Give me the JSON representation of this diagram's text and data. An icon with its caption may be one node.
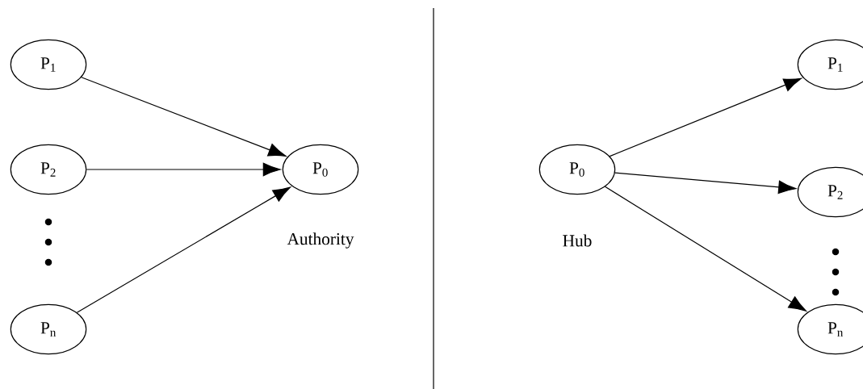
{
  "diagram": {
    "nodes": [
      {
        "text": [
          "P$_{1}$"
        ]
      },
      {
        "text": [
          "P$_{2}$"
        ]
      },
      {
        "text": [
          "P$_{n}$"
        ]
      },
      {
        "text": [
          "P$_{0}$"
        ],
        "beside": [
          "Authority"
        ]
      },
      {
        "text": [
          "P$_{0}$"
        ],
        "beside": [
          "Hub"
        ]
      },
      {
        "text": [
          "P$_{1}$"
        ]
      },
      {
        "text": [
          "P$_{2}$"
        ]
      },
      {
        "text": [
          "P$_{n}$"
        ]
      }
    ],
    "edges": [
      {
        "from": 0,
        "to": 3,
        "arrow": "to"
      },
      {
        "from": 1,
        "to": 3,
        "arrow": "to"
      },
      {
        "from": 2,
        "to": 3,
        "arrow": "to"
      },
      {
        "from": 4,
        "to": 5,
        "arrow": "to"
      },
      {
        "from": 4,
        "to": 6,
        "arrow": "to"
      },
      {
        "from": 4,
        "to": 7,
        "arrow": "to"
      }
    ]
  }
}
